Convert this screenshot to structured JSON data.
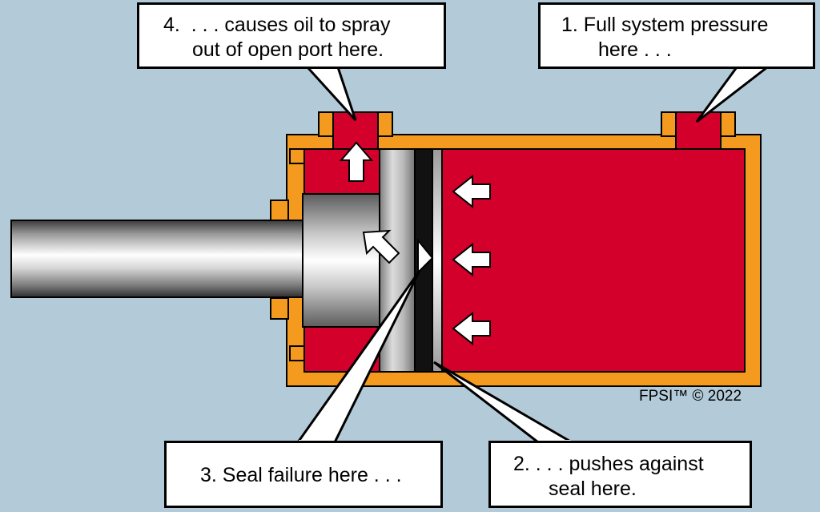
{
  "callouts": {
    "c4": {
      "line1": "4.  . . . causes oil to spray",
      "line2": "out of open port here."
    },
    "c1": {
      "line1": "1. Full system pressure",
      "line2": "here . . ."
    },
    "c3": {
      "line1": "3. Seal failure here . . ."
    },
    "c2": {
      "line1": "2. . . . pushes against",
      "line2": "seal here."
    }
  },
  "copyright": "FPSI™ © 2022",
  "colors": {
    "background": "#b3cbd8",
    "oil": "#d2002a",
    "cylinder_wall": "#f39a1f",
    "outline": "#000000",
    "callout_fill": "#ffffff"
  },
  "icons": {
    "pressure_arrows": "arrow-left-icon",
    "spray_arrow": "arrow-up-icon",
    "leak_arrow": "arrow-diagonal-icon"
  }
}
